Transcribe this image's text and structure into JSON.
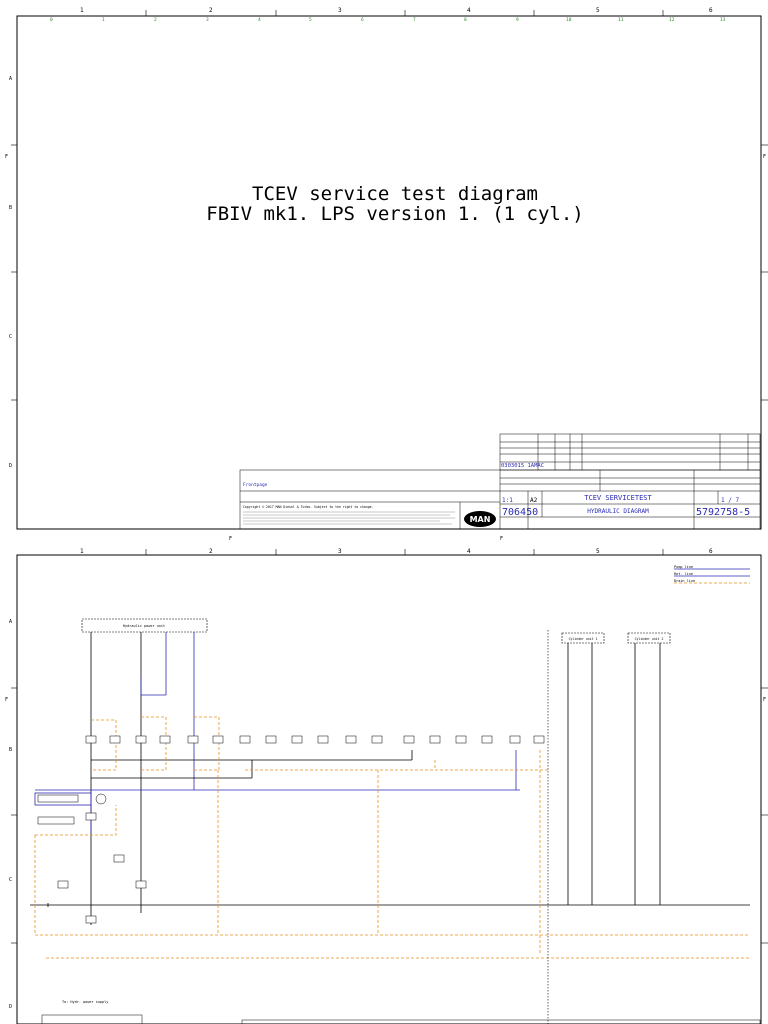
{
  "sheet1": {
    "title_line1": "TCEV service test diagram",
    "title_line2": "FBIV mk1. LPS version 1. (1 cyl.)",
    "col_labels_top": [
      "1",
      "2",
      "3",
      "4",
      "5",
      "6"
    ],
    "col_labels_inner": [
      "0",
      "1",
      "2",
      "3",
      "4",
      "5",
      "6",
      "7",
      "8",
      "9",
      "10",
      "11",
      "12",
      "13"
    ],
    "row_labels": [
      "A",
      "B",
      "C",
      "D"
    ],
    "side_marker": "F",
    "title_block": {
      "frontpage": "Frontpage",
      "rev_code": "0303015 1AMAC",
      "copyright": "Copyright © 2017 MAN Diesel & Turbo. Subject to the right to change.",
      "scale": "1:1",
      "size": "A2",
      "drawing_no": "706450",
      "name1": "TCEV SERVICETEST",
      "name2": "HYDRAULIC DIAGRAM",
      "doc_no": "5792758-5",
      "sheet": "1 / 7",
      "logo": "MAN"
    }
  },
  "sheet2": {
    "col_labels_top": [
      "1",
      "2",
      "3",
      "4",
      "5",
      "6"
    ],
    "row_labels": [
      "A",
      "B",
      "C",
      "D"
    ],
    "side_marker": "F",
    "legend": [
      {
        "label": "Pump line",
        "color": "#2a2ab4",
        "dashed": false
      },
      {
        "label": "Ret. line",
        "color": "#2a2ab4",
        "dashed": false
      },
      {
        "label": "Drain line",
        "color": "#e8901e",
        "dashed": true
      }
    ],
    "hpu_label": "Hydraulic power unit",
    "cyl_boxes": [
      "Cylinder unit 1",
      "Cylinder unit 2"
    ],
    "bottom_note": "To: Hydr. power supply",
    "colors": {
      "pump": "#2a2ab4",
      "drain": "#e8901e",
      "line": "#000000"
    }
  }
}
